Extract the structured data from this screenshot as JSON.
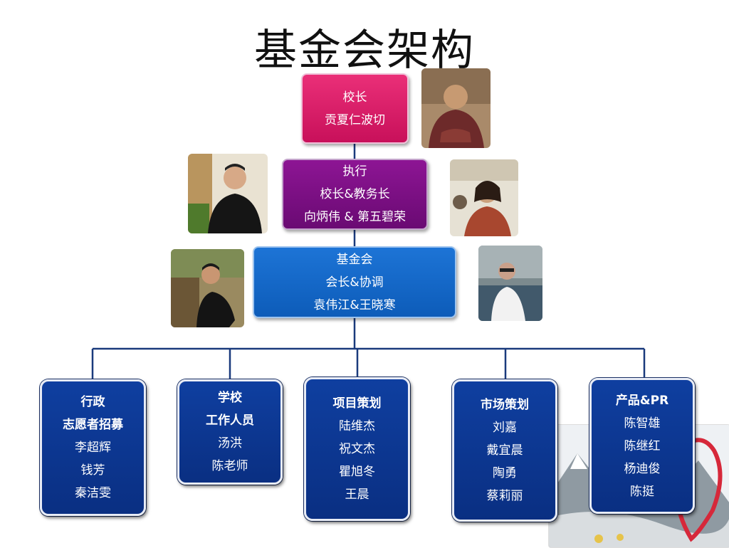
{
  "title": "基金会架构",
  "principal": {
    "line1": "校长",
    "line2": "贡夏仁波切"
  },
  "executive": {
    "line1": "执行",
    "line2": "校长&教务长",
    "line3": "向炳伟  & 第五碧荣"
  },
  "foundation": {
    "line1": "基金会",
    "line2": "会长&协调",
    "line3": "袁伟江&王晓寒"
  },
  "departments": [
    {
      "title": "行政",
      "subtitle": "志愿者招募",
      "members": [
        "李超辉",
        "钱芳",
        "秦洁雯"
      ]
    },
    {
      "title": "学校",
      "subtitle": "工作人员",
      "members": [
        "汤洪",
        "陈老师"
      ]
    },
    {
      "title": "项目策划",
      "members": [
        "陆维杰",
        "祝文杰",
        "瞿旭冬",
        "王晨"
      ]
    },
    {
      "title": "市场策划",
      "members": [
        "刘嘉",
        "戴宜晨",
        "陶勇",
        "蔡莉丽"
      ]
    },
    {
      "title": "产品&PR",
      "members": [
        "陈智雄",
        "陈继红",
        "杨迪俊",
        "陈挺"
      ]
    }
  ],
  "colors": {
    "principal": "#d81b6a",
    "executive": "#7b1185",
    "foundation": "#1565c8",
    "department": "#0d3a94",
    "connector": "#1a3a7c"
  }
}
